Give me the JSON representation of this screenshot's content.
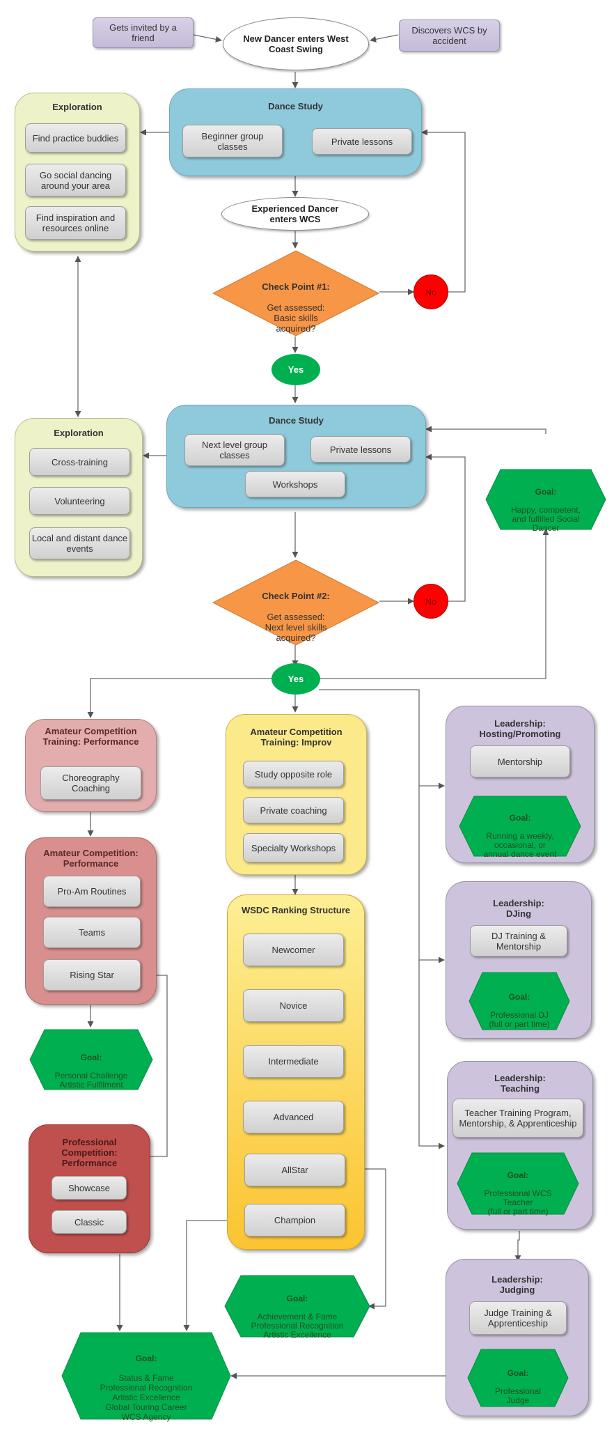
{
  "start": {
    "invited": "Gets invited by a friend",
    "new_dancer": "New Dancer enters West Coast Swing",
    "discovers": "Discovers WCS by accident"
  },
  "exploration1": {
    "title": "Exploration",
    "items": [
      "Find practice buddies",
      "Go social dancing around your area",
      "Find inspiration and resources online"
    ]
  },
  "dance_study1": {
    "title": "Dance Study",
    "beginner": "Beginner group classes",
    "private": "Private lessons"
  },
  "experienced": "Experienced Dancer enters WCS",
  "checkpoint1": {
    "title": "Check Point #1:",
    "text": "Get assessed:\nBasic skills\nacquired?",
    "no": "No",
    "yes": "Yes"
  },
  "exploration2": {
    "title": "Exploration",
    "items": [
      "Cross-training",
      "Volunteering",
      "Local and distant dance events"
    ]
  },
  "dance_study2": {
    "title": "Dance Study",
    "next_group": "Next level group classes",
    "private": "Private lessons",
    "workshops": "Workshops"
  },
  "goal_social": {
    "title": "Goal:",
    "text": "Happy, competent,\nand fulfilled Social\nDancer"
  },
  "checkpoint2": {
    "title": "Check Point #2:",
    "text": "Get assessed:\nNext level skills\nacquired?",
    "no": "No",
    "yes": "Yes"
  },
  "amateur_training_perf": {
    "title": "Amateur Competition\nTraining: Performance",
    "item": "Choreography Coaching"
  },
  "amateur_comp_perf": {
    "title": "Amateur Competition:\nPerformance",
    "items": [
      "Pro-Am Routines",
      "Teams",
      "Rising Star"
    ]
  },
  "goal_personal": {
    "title": "Goal:",
    "text": "Personal Challenge\nArtistic Fulfilment"
  },
  "pro_comp_perf": {
    "title": "Professional\nCompetition:\nPerformance",
    "items": [
      "Showcase",
      "Classic"
    ]
  },
  "amateur_training_improv": {
    "title": "Amateur Competition\nTraining: Improv",
    "items": [
      "Study opposite role",
      "Private coaching",
      "Specialty Workshops"
    ]
  },
  "wsdc": {
    "title": "WSDC Ranking Structure",
    "levels": [
      "Newcomer",
      "Novice",
      "Intermediate",
      "Advanced",
      "AllStar",
      "Champion"
    ]
  },
  "goal_achievement": {
    "title": "Goal:",
    "text": "Achievement & Fame\nProfessional Recognition\nArtistic Excellence"
  },
  "goal_status": {
    "title": "Goal:",
    "text": "Status & Fame\nProfessional Recognition\nArtistic Excellence\nGlobal Touring Career\nWCS Agency"
  },
  "lead_hosting": {
    "title": "Leadership:\nHosting/Promoting",
    "item": "Mentorship",
    "goal_title": "Goal:",
    "goal_text": "Running a weekly,\noccasional, or\nannual dance event"
  },
  "lead_dj": {
    "title": "Leadership:\nDJing",
    "item": "DJ Training & Mentorship",
    "goal_title": "Goal:",
    "goal_text": "Professional DJ\n(full or part time)"
  },
  "lead_teaching": {
    "title": "Leadership:\nTeaching",
    "item": "Teacher Training Program, Mentorship, & Apprenticeship",
    "goal_title": "Goal:",
    "goal_text": "Professional  WCS\nTeacher\n(full or part time)"
  },
  "lead_judging": {
    "title": "Leadership:\nJudging",
    "item": "Judge Training & Apprenticeship",
    "goal_title": "Goal:",
    "goal_text": "Professional\nJudge"
  },
  "colors": {
    "blue_group": "#8ecadb",
    "cream_group": "#eef2c8",
    "orange_diamond": "#f79646",
    "red_no": "#ff0000",
    "green_goal": "#00b050",
    "lavender_group": "#cec3dd",
    "yellow_group": "#fce98a"
  }
}
